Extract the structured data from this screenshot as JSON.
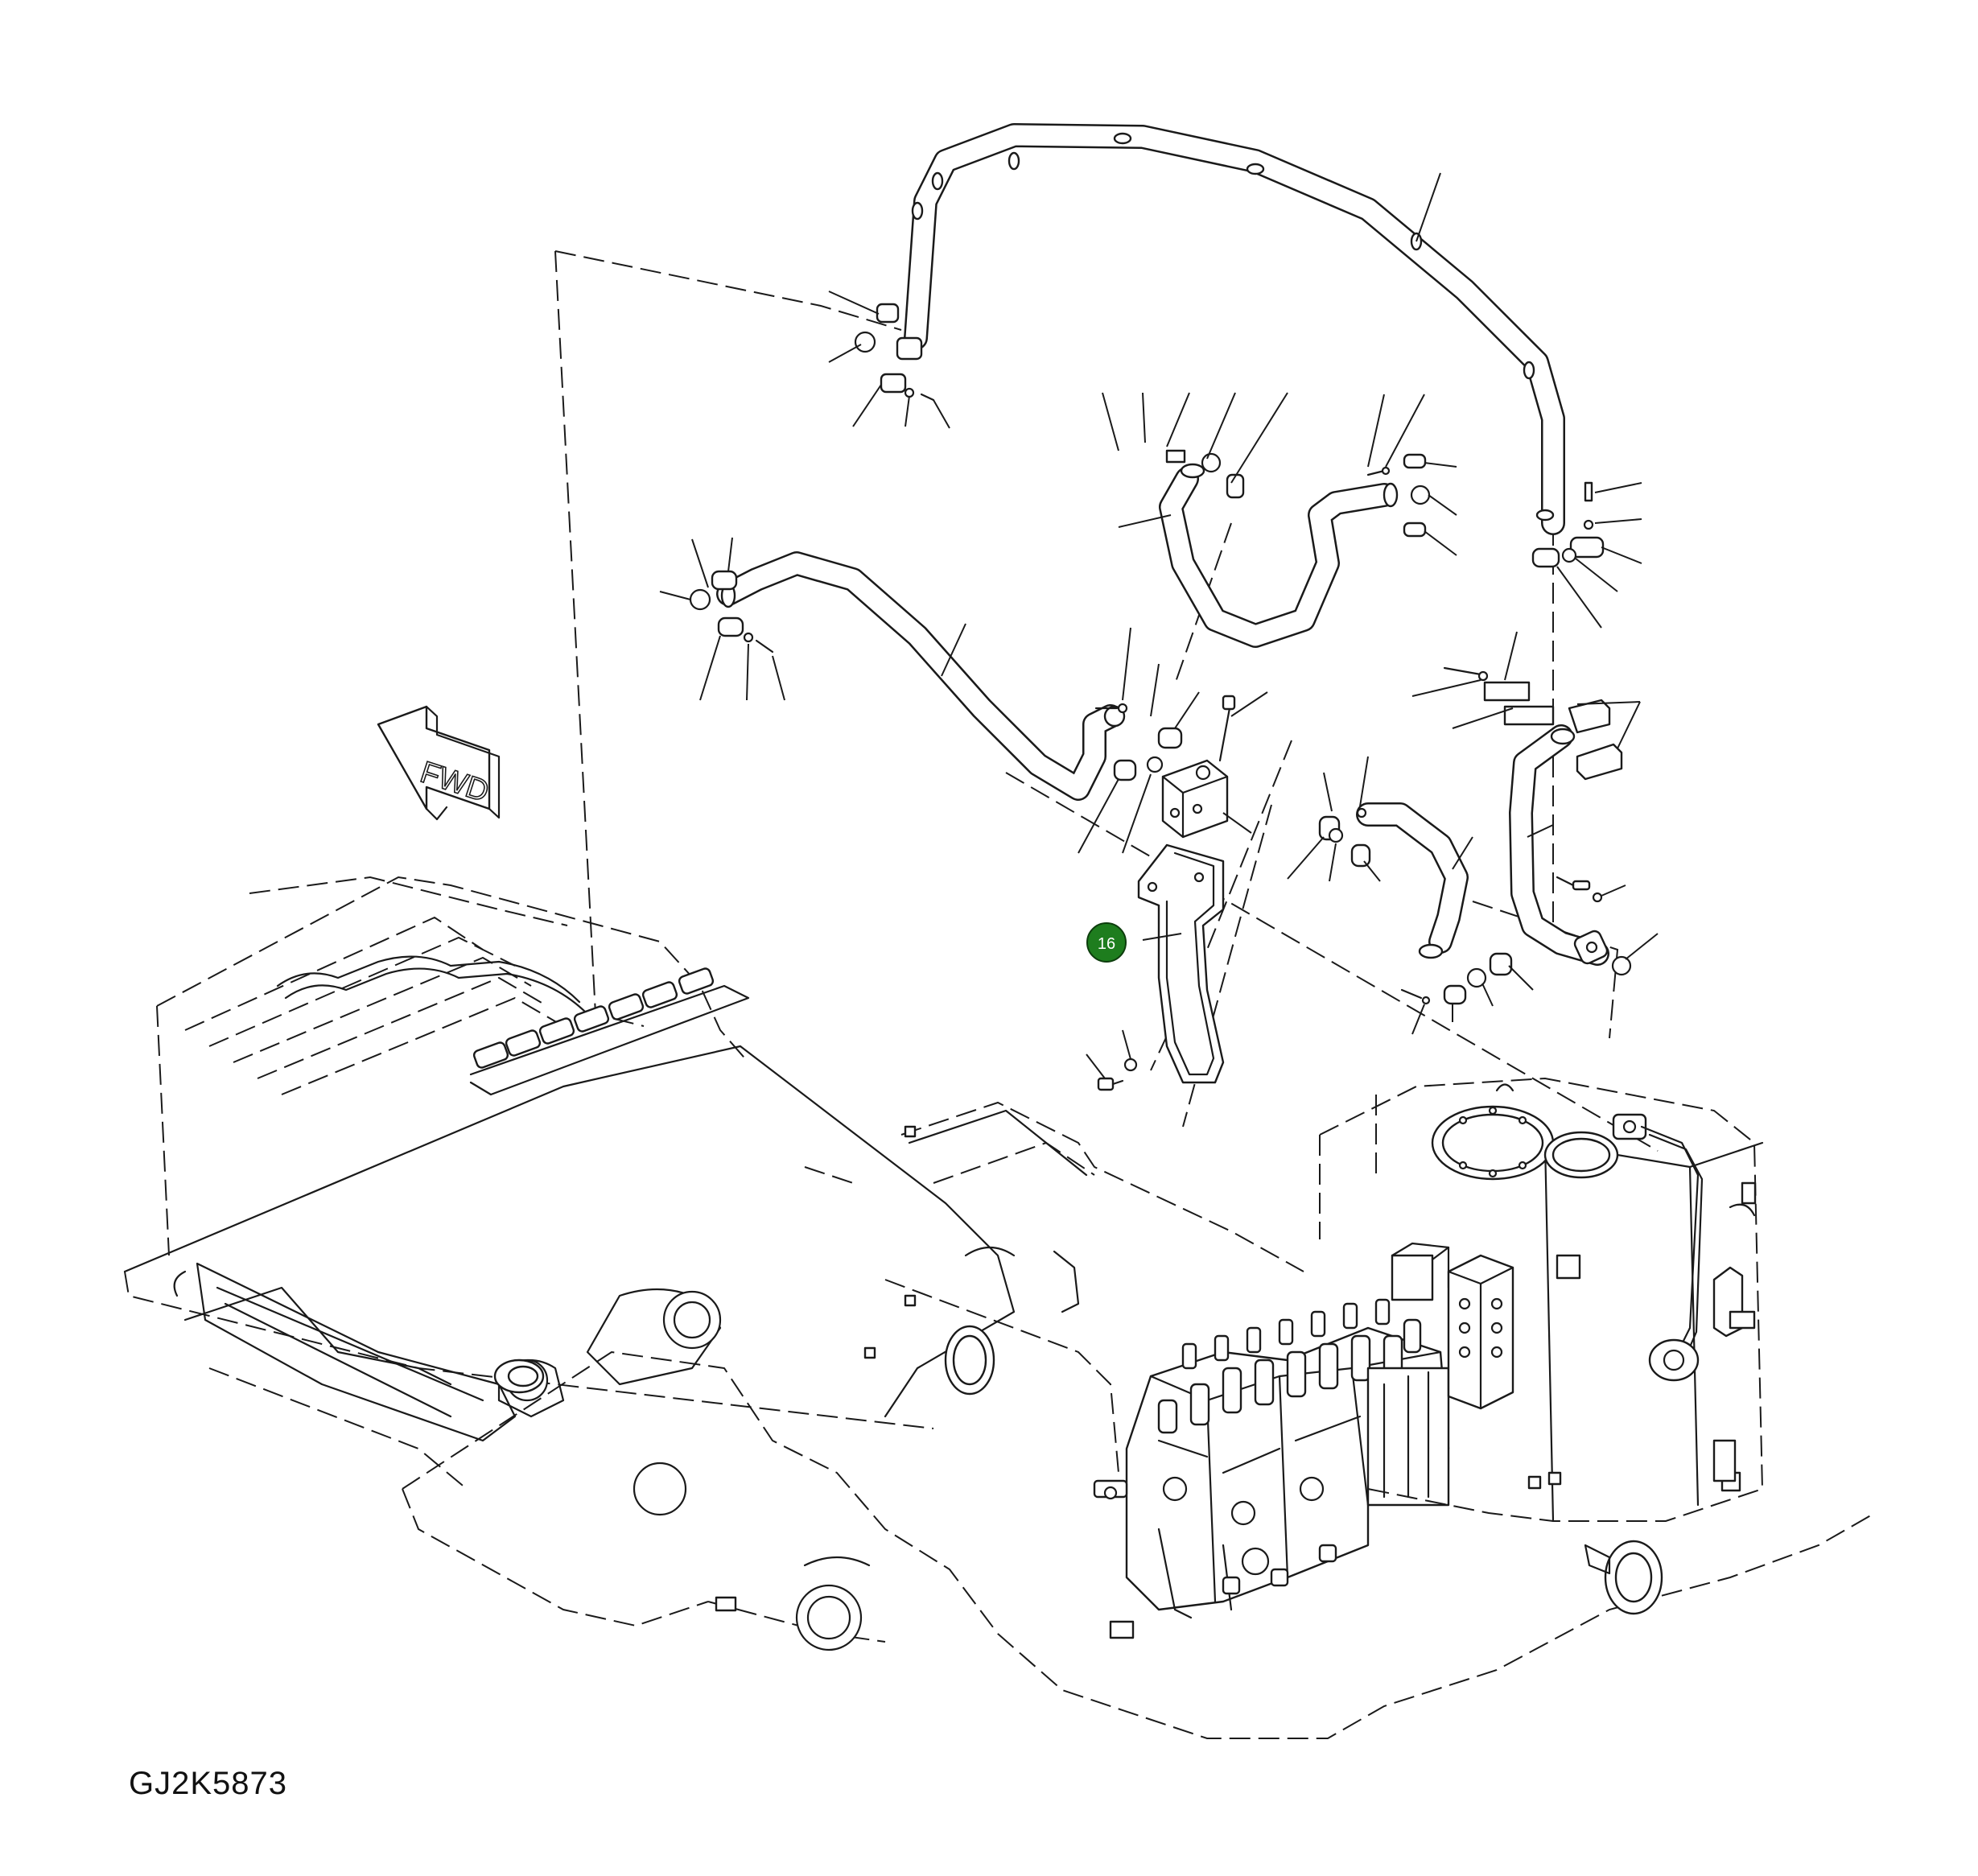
{
  "figure": {
    "id": "GJ2K5873",
    "direction_label": "FWD"
  },
  "callouts": [
    {
      "number": "16",
      "color": "#1e7d1e",
      "text_color": "#ffffff"
    }
  ],
  "icons": {
    "direction_arrow": "fwd-arrow-icon"
  }
}
